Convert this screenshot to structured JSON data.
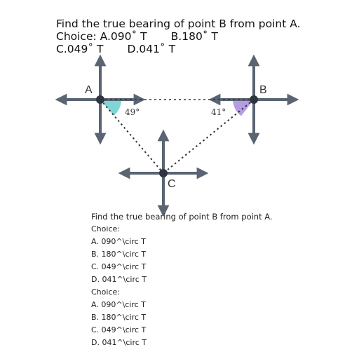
{
  "header": {
    "question": "Find the true bearing of point B from point A.",
    "choice_prefix": "Choice: ",
    "choice_a": "A.090˚ T",
    "choice_b": "B.180˚ T",
    "choice_c": "C.049˚ T",
    "choice_d": "D.041˚ T"
  },
  "diagram": {
    "point_a_label": "A",
    "point_b_label": "B",
    "point_c_label": "C",
    "angle_a_label": "49°",
    "angle_b_label": "41°",
    "colors": {
      "arrow": "#5a6472",
      "point": "#2f3540",
      "angle_a_fill": "#7fd6d8",
      "angle_b_fill": "#b59ce3",
      "dotted": "#333333"
    }
  },
  "lower": {
    "question": "Find the true bearing of point B from point A.",
    "choice_label_1": "Choice:",
    "choices_1": [
      "A. 090^\\circ T",
      "B. 180^\\circ T",
      "C. 049^\\circ T",
      "D. 041^\\circ T"
    ],
    "choice_label_2": "Choice:",
    "choices_2": [
      "A. 090^\\circ T",
      "B. 180^\\circ T",
      "C. 049^\\circ T",
      "D. 041^\\circ T"
    ]
  }
}
